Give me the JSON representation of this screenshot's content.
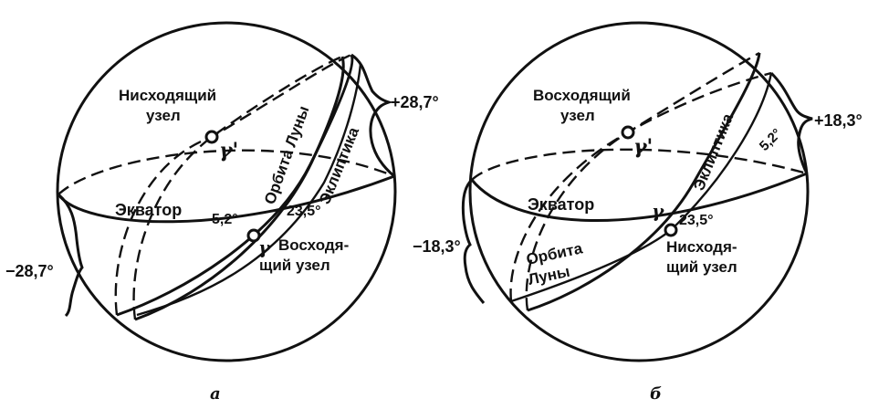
{
  "panels": [
    {
      "id": "a",
      "caption": "а",
      "node_upper": "Нисходящий\nузел",
      "node_lower": "Восходя-\nщий узел",
      "gamma": "γ",
      "gamma_prime": "γ'",
      "equator": "Экватор",
      "moon_orbit": "Орбита Луны",
      "ecliptic": "Эклиптика",
      "angle_moon": "5,2°",
      "angle_ecliptic": "23,5°",
      "extreme_top": "+28,7°",
      "extreme_bottom": "−28,7°"
    },
    {
      "id": "b",
      "caption": "б",
      "node_upper": "Восходящий\nузел",
      "node_lower": "Нисходя-\nщий узел",
      "gamma": "γ",
      "gamma_prime": "γ'",
      "equator": "Экватор",
      "moon_orbit": "Орбита\nЛуны",
      "ecliptic": "Эклиптика",
      "angle_moon": "5,2°",
      "angle_ecliptic": "23,5°",
      "extreme_top": "+18,3°",
      "extreme_bottom": "−18,3°"
    }
  ]
}
